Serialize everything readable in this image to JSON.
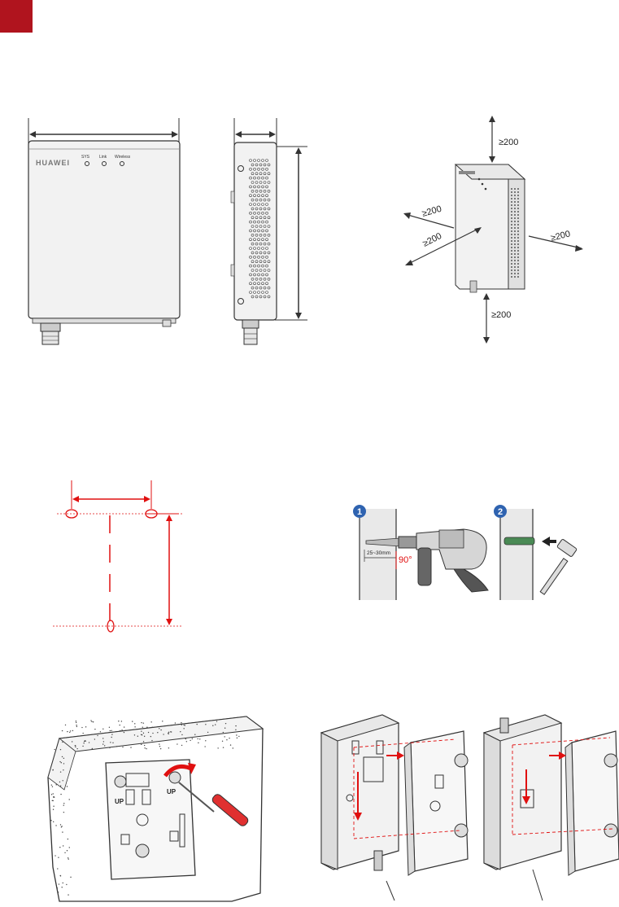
{
  "colors": {
    "corner_mark": "#b0141e",
    "accent_red": "#e01010",
    "step_blue": "#2f63b0",
    "device_face": "#f2f2f2",
    "outline": "#333333"
  },
  "front_view": {
    "brand": "HUAWEI",
    "leds": [
      "SYS",
      "Link",
      "Wireless"
    ]
  },
  "clearance": {
    "top": "≥200",
    "left": "≥200",
    "front": "≥200",
    "right": "≥200",
    "bottom": "≥200"
  },
  "drill": {
    "step1": "1",
    "step2": "2",
    "depth": "25~30mm",
    "angle": "90°"
  },
  "bracket": {
    "up_left": "UP",
    "up_right": "UP"
  }
}
